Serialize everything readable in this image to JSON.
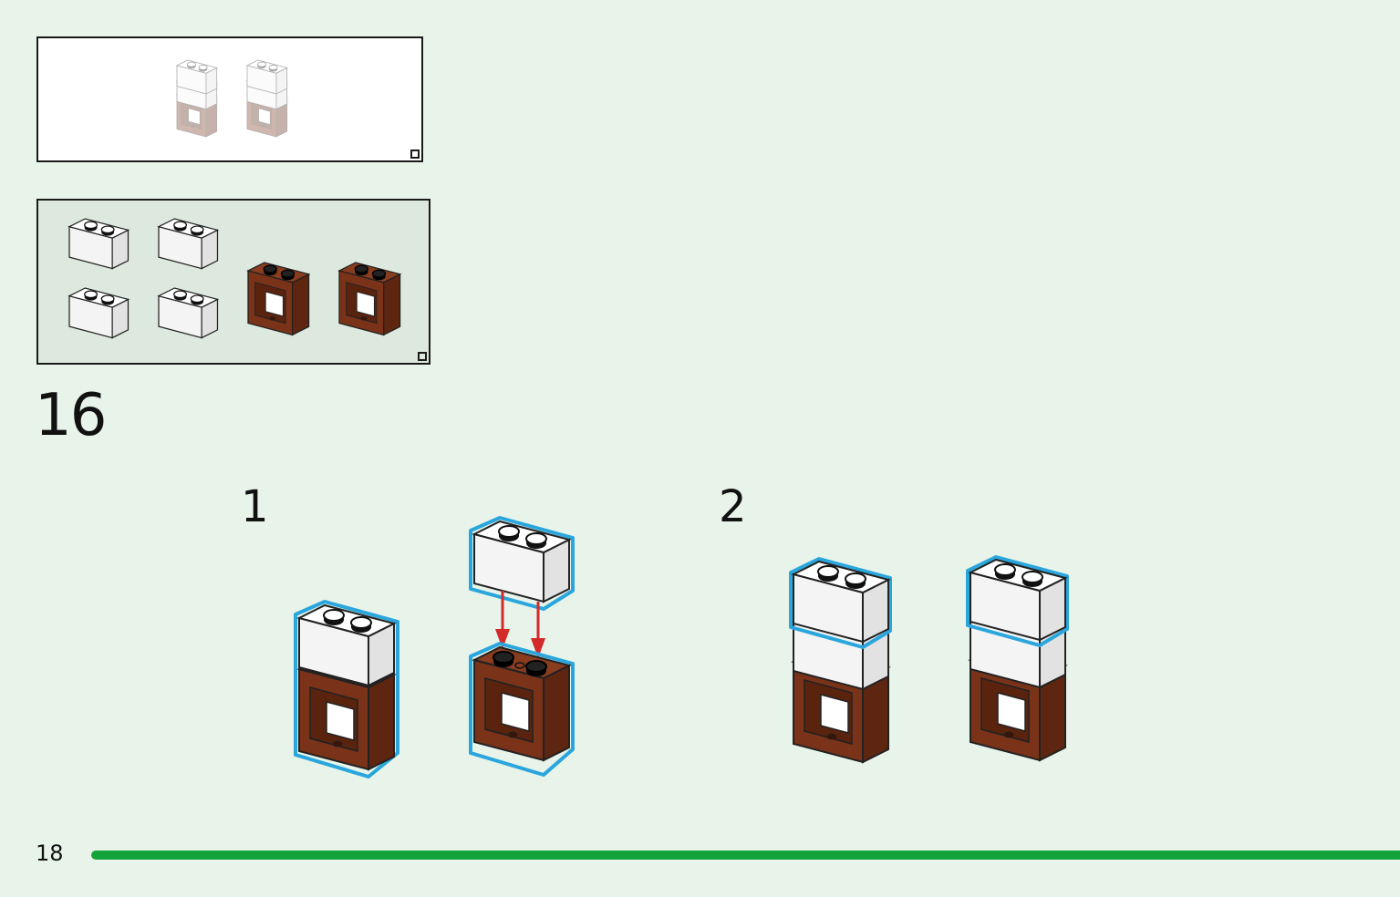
{
  "main_step": "16",
  "substeps": [
    {
      "label": "1"
    },
    {
      "label": "2"
    }
  ],
  "page_number": "18",
  "colors": {
    "background": "#e8f4ea",
    "parts_panel": "#dde9de",
    "brick_white": "#f4f4f4",
    "brick_brown": "#7a3318",
    "highlight": "#2aa6dc",
    "arrow": "#d32a2a",
    "footer_bar": "#14a33a"
  },
  "icons": [
    "white-brick-1x2-icon",
    "brown-window-frame-icon",
    "arrow-down-icon",
    "sub-build-corner-icon"
  ]
}
